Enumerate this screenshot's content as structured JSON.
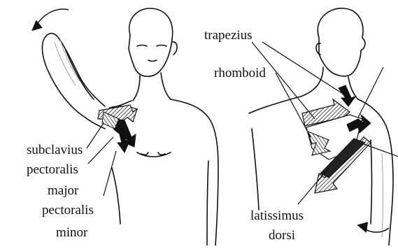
{
  "figure": {
    "left_panel": {
      "labels": {
        "subclavius": "subclavius",
        "pectoralis_major_1": "pectoralis",
        "pectoralis_major_2": "major",
        "pectoralis_minor_1": "pectoralis",
        "pectoralis_minor_2": "minor"
      }
    },
    "right_panel": {
      "labels": {
        "trapezius": "trapezius",
        "rhomboid": "rhomboid",
        "latissimus_1": "latissimus",
        "latissimus_2": "dorsi"
      }
    },
    "colors": {
      "line": "#111111",
      "arrow_solid": "#111111",
      "arrow_hatched": "#555555",
      "background": "#ffffff"
    }
  }
}
